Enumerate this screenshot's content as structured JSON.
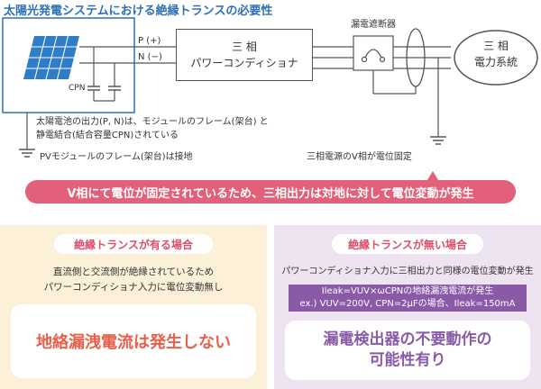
{
  "title": "太陽光発電システムにおける絶縁トランスの必要性",
  "diagram": {
    "p_label": "P (+)",
    "n_label": "N (−)",
    "cpn_label": "CPN",
    "conditioner_line1": "三 相",
    "conditioner_line2": "パワーコンディショナ",
    "breaker_label": "漏電遮断器",
    "grid_line1": "三 相",
    "grid_line2": "電力系統",
    "note_pv1": "太陽電池の出力(P, N)は、モジュールのフレーム(架台) と",
    "note_pv2": "静電結合(結合容量CPN)されている",
    "note_frame": "PVモジュールのフレーム(架台)は接地",
    "note_vphase": "三相電源のV相が電位固定"
  },
  "banner": "V相にて電位が固定されているため、三相出力は対地に対して電位変動が発生",
  "left_panel": {
    "heading": "絶縁トランスが有る場合",
    "text1": "直流側と交流側が絶縁されているため",
    "text2": "パワーコンディショナ入力に電位変動無し",
    "result": "地絡漏洩電流は発生しない"
  },
  "right_panel": {
    "heading": "絶縁トランスが無い場合",
    "text1": "パワーコンディショナ入力に三相出力と同様の電位変動が発生",
    "formula1": "Ileak=VUV×ωCPNの地絡漏洩電流が発生",
    "formula2": "ex.) VUV=200V, CPN=2μFの場合、Ileak=150mA",
    "result_line1": "漏電検出器の不要動作の",
    "result_line2": "可能性有り"
  },
  "colors": {
    "title": "#2f6fb8",
    "banner": "#e2607a",
    "left_bg": "#fdf0d9",
    "right_bg": "#eee3f1",
    "left_result": "#e8604a",
    "right_result": "#8a5aa8",
    "accent_box": "#8a5aa8"
  }
}
